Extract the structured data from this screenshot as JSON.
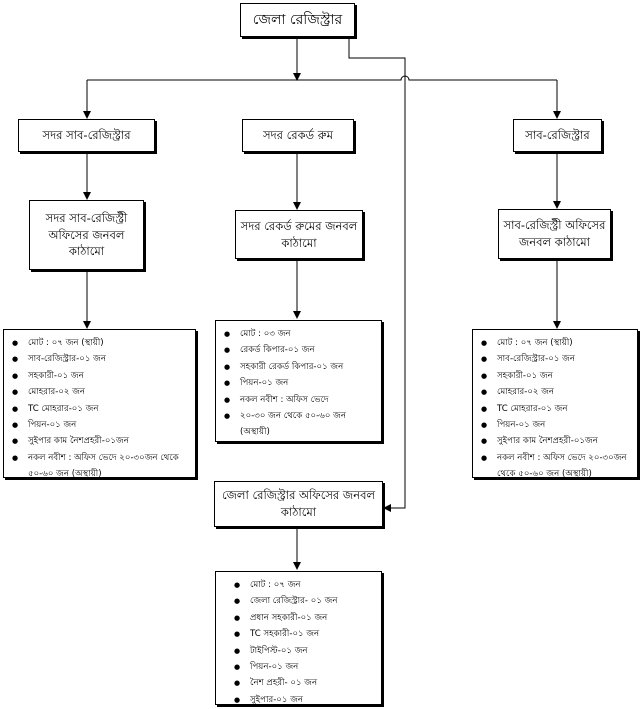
{
  "top": {
    "label": "জেলা রেজিস্ট্রার"
  },
  "branches": {
    "left": {
      "label": "সদর সাব-রেজিস্ট্রার"
    },
    "middle": {
      "label": "সদর রেকর্ড রুম"
    },
    "right": {
      "label": "সাব-রেজিস্ট্রার"
    }
  },
  "structures": {
    "left": {
      "line1": "সদর সাব-রেজিস্ট্রী",
      "line2": "অফিসের জনবল",
      "line3": "কাঠামো"
    },
    "middle": {
      "line1": "সদর রেকর্ড রুমের জনবল",
      "line2": "কাঠামো"
    },
    "right": {
      "line1": "সাব-রেজিস্ট্রী অফিসের",
      "line2": "জনবল কাঠামো"
    },
    "bottom": {
      "line1": "জেলা রেজিস্ট্রার অফিসের জনবল",
      "line2": "কাঠামো"
    }
  },
  "lists": {
    "left": [
      "মোট : ০৭ জন (স্থায়ী)",
      "সাব-রেজিস্ট্রার-০১ জন",
      "সহকারী-০১ জন",
      "মোহরার-০২ জন",
      "TC মোহরার-০১ জন",
      "পিয়ন-০১ জন",
      "সুইপার কাম নৈশপ্রহরী-০১জন",
      "নকল নবীশ : অফিস ভেদে ২০-৩০জন থেকে ৫০-৬০ জন (অস্থায়ী)"
    ],
    "middle": [
      "মোট : ০৩ জন",
      "রেকর্ড কিপার-০১ জন",
      "সহকারী রেকর্ড কিপার-০১ জন",
      "পিয়ন-০১ জন",
      "নকল নবীশ : অফিস ভেদে",
      "২০-৩০ জন থেকে ৫০-৬০ জন (অস্থায়ী)"
    ],
    "right": [
      "মোট : ০৭ জন (স্থায়ী)",
      "সাব-রেজিস্ট্রার-০১ জন",
      "সহকারী-০১ জন",
      "মোহরার-০২ জন",
      "TC মোহরার-০১ জন",
      "পিয়ন-০১ জন",
      "সুইপার কাম নৈশপ্রহরী-০১জন",
      "নকল নবীশ : অফিস ভেদে ২০-৩০জন থেকে ৫০-৬০ জন (অস্থায়ী)"
    ],
    "bottom": [
      "মোট : ০৭ জন",
      "জেলা রেজিস্ট্রার- ০১ জন",
      "প্রধান সহকারী-০১ জন",
      "TC সহকারী-০১ জন",
      "টাইপিস্ট-০১ জন",
      "পিয়ন-০১ জন",
      "নৈশ প্রহরী- ০১ জন",
      "সুইপার-০১ জন"
    ]
  }
}
